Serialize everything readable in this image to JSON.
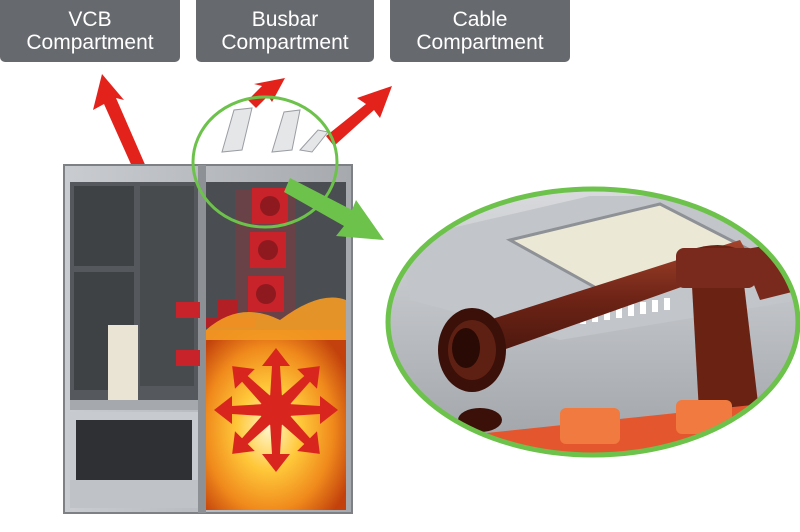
{
  "labels": [
    {
      "line1": "VCB",
      "line2": "Compartment"
    },
    {
      "line1": "Busbar",
      "line2": "Compartment"
    },
    {
      "line1": "Cable",
      "line2": "Compartment"
    }
  ],
  "colors": {
    "label_bg": "#66696d",
    "label_text": "#ffffff",
    "arrow_red": "#e3231b",
    "zoom_green": "#6cc24a",
    "busbar_red": "#c8232a",
    "cable_brown": "#7a2a1c",
    "panel_grey": "#b9bcc0"
  }
}
